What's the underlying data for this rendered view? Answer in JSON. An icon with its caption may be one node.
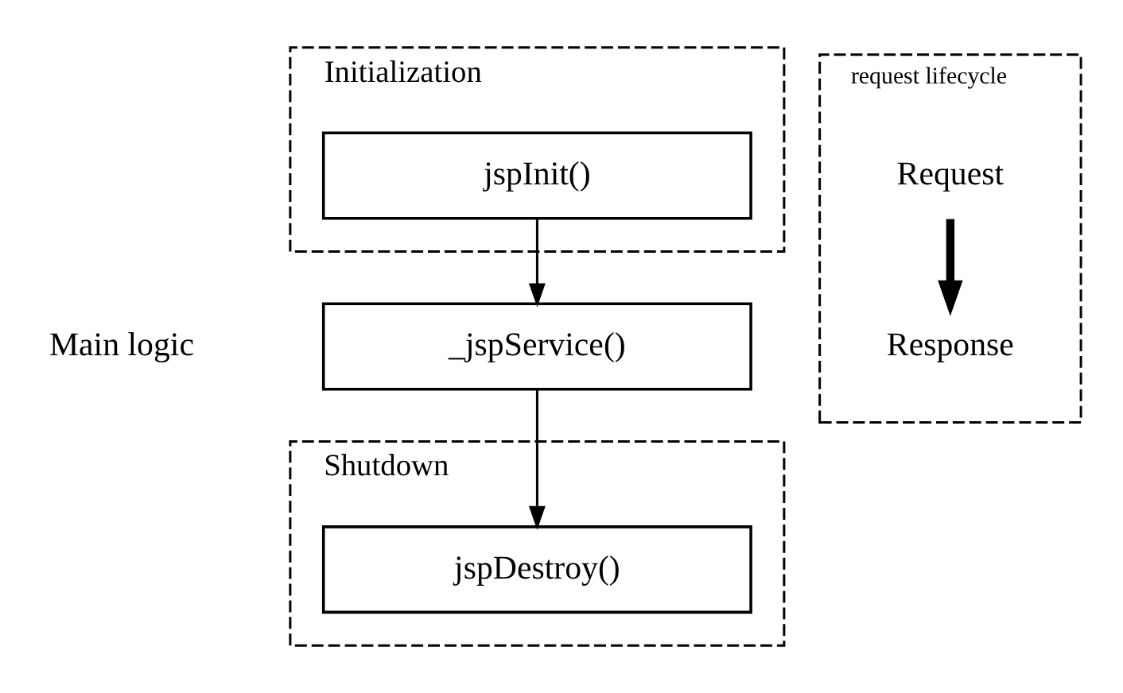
{
  "diagram": {
    "nodes": [
      {
        "text": [
          "Initialization"
        ]
      },
      {
        "text": [
          "jspInit()"
        ],
        "in": 0
      },
      {
        "text": [
          "_jspService()"
        ],
        "beside": [
          "Main logic"
        ]
      },
      {
        "text": [
          "request lifecycle"
        ]
      },
      {
        "text": [
          "Request"
        ],
        "in": 3
      },
      {
        "text": [
          "Response"
        ],
        "in": 3
      },
      {
        "text": [
          "Shutdown"
        ]
      },
      {
        "text": [
          "jspDestroy()"
        ],
        "in": 6
      }
    ],
    "edges": [
      {
        "from": 1,
        "to": 2,
        "arrow": "to"
      },
      {
        "from": 2,
        "to": 7,
        "arrow": "to"
      },
      {
        "from": 4,
        "to": 5,
        "arrow": "to",
        "style": "thick"
      }
    ]
  }
}
